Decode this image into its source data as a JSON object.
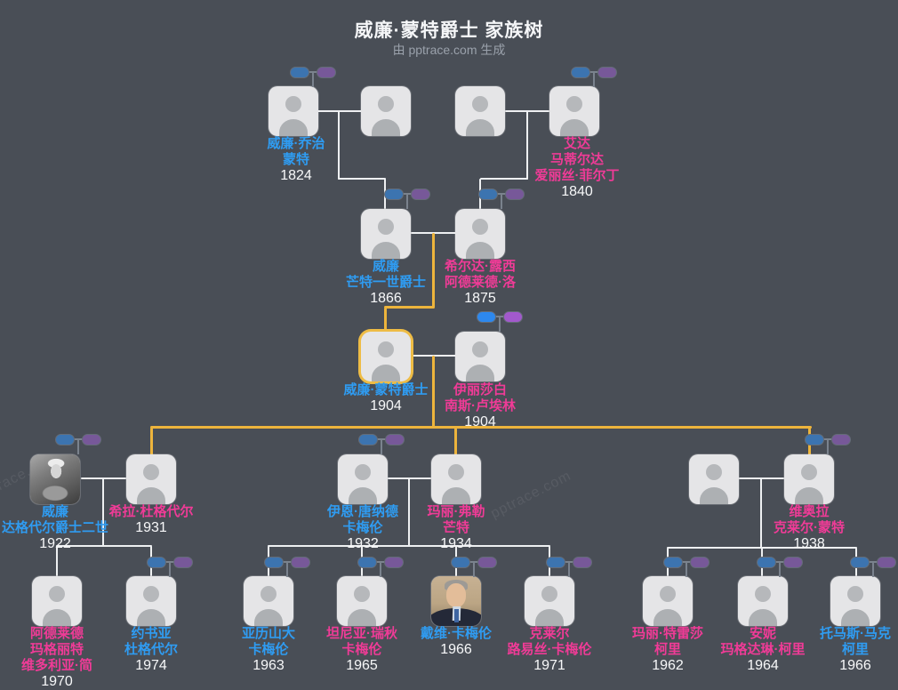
{
  "header": {
    "title": "威廉·蒙特爵士 家族树",
    "subtitle": "由 pptrace.com 生成"
  },
  "watermark": "pptrace.com",
  "colors": {
    "background": "#494e56",
    "male_name": "#2f9cf2",
    "female_name": "#f03b97",
    "year_text": "#f7f8f9",
    "highlight_line": "#edb43c",
    "connector_line": "#eef0f2",
    "pill_male": "#3c74b0",
    "pill_female": "#775899",
    "pill_male_bright": "#2d88ee",
    "pill_female_bright": "#a259cc"
  },
  "icons": {
    "person_placeholder": "person-silhouette",
    "male_ancestor_pill": "blue-rounded-pill",
    "female_ancestor_pill": "purple-rounded-pill"
  },
  "people": {
    "p0": {
      "l1": "威廉·乔治",
      "l2": "蒙特",
      "l3": "",
      "year": "1824",
      "gender": "male"
    },
    "p3": {
      "l1": "艾达",
      "l2": "马蒂尔达",
      "l3": "爱丽丝·菲尔丁",
      "year": "1840",
      "gender": "female"
    },
    "p4": {
      "l1": "威廉",
      "l2": "芒特一世爵士",
      "l3": "",
      "year": "1866",
      "gender": "male"
    },
    "p5": {
      "l1": "希尔达·露西",
      "l2": "阿德莱德·洛",
      "l3": "",
      "year": "1875",
      "gender": "female"
    },
    "p6": {
      "l1": "威廉·蒙特爵士",
      "l2": "",
      "l3": "",
      "year": "1904",
      "gender": "male",
      "highlighted": true
    },
    "p7": {
      "l1": "伊丽莎白",
      "l2": "南斯·卢埃林",
      "l3": "",
      "year": "1904",
      "gender": "female"
    },
    "p8": {
      "l1": "威廉",
      "l2": "达格代尔爵士二世",
      "l3": "",
      "year": "1922",
      "gender": "male",
      "photo": "bw-portrait"
    },
    "p9": {
      "l1": "希拉·杜格代尔",
      "l2": "",
      "l3": "",
      "year": "1931",
      "gender": "female"
    },
    "p10": {
      "l1": "伊恩·唐纳德",
      "l2": "卡梅伦",
      "l3": "",
      "year": "1932",
      "gender": "male"
    },
    "p11": {
      "l1": "玛丽·弗勒",
      "l2": "芒特",
      "l3": "",
      "year": "1934",
      "gender": "female"
    },
    "p13": {
      "l1": "维奥拉",
      "l2": "克莱尔·蒙特",
      "l3": "",
      "year": "1938",
      "gender": "female"
    },
    "p14": {
      "l1": "阿德莱德",
      "l2": "玛格丽特",
      "l3": "维多利亚·简",
      "year": "1970",
      "gender": "female"
    },
    "p15": {
      "l1": "约书亚",
      "l2": "杜格代尔",
      "l3": "",
      "year": "1974",
      "gender": "male"
    },
    "p16": {
      "l1": "亚历山大",
      "l2": "卡梅伦",
      "l3": "",
      "year": "1963",
      "gender": "male"
    },
    "p17": {
      "l1": "坦尼亚·瑞秋",
      "l2": "卡梅伦",
      "l3": "",
      "year": "1965",
      "gender": "female"
    },
    "p18": {
      "l1": "戴维·卡梅伦",
      "l2": "",
      "l3": "",
      "year": "1966",
      "gender": "male",
      "photo": "color-portrait"
    },
    "p19": {
      "l1": "克莱尔",
      "l2": "路易丝·卡梅伦",
      "l3": "",
      "year": "1971",
      "gender": "female"
    },
    "p20": {
      "l1": "玛丽·特雷莎",
      "l2": "柯里",
      "l3": "",
      "year": "1962",
      "gender": "female"
    },
    "p21": {
      "l1": "安妮",
      "l2": "玛格达琳·柯里",
      "l3": "",
      "year": "1964",
      "gender": "female"
    },
    "p22": {
      "l1": "托马斯·马克",
      "l2": "柯里",
      "l3": "",
      "year": "1966",
      "gender": "male"
    }
  }
}
